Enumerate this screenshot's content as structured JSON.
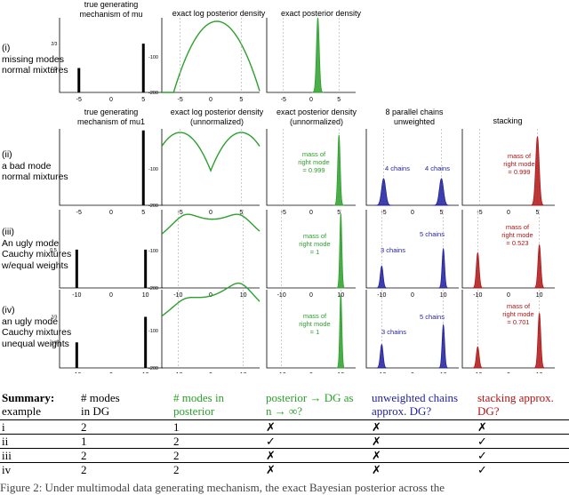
{
  "rows": [
    {
      "label": [
        "(i)",
        "missing modes",
        "normal mixtures"
      ]
    },
    {
      "label": [
        "(ii)",
        "a bad mode",
        "normal mixtures"
      ]
    },
    {
      "label": [
        "(iii)",
        "An ugly mode",
        "Cauchy mixtures",
        "w/equal weights"
      ]
    },
    {
      "label": [
        "(iv)",
        "an ugly mode",
        "Cauchy mixtures",
        "unequal weights"
      ]
    }
  ],
  "row1_headers": {
    "col1": [
      "true generating",
      "mechanism of mu"
    ],
    "col2": [
      "exact log posterior density"
    ],
    "col3": [
      "exact posterior density"
    ]
  },
  "row2_headers": {
    "col1": [
      "true generating",
      "mechanism of mu1"
    ],
    "col2": [
      "exact log posterior density",
      "(unnormalized)"
    ],
    "col3": [
      "exact posterior density",
      "(unnormalized)"
    ],
    "col4": [
      "8 parallel chains",
      "unweighted"
    ],
    "col5": [
      "stacking"
    ]
  },
  "ticks": {
    "normal_x": [
      "-5",
      "0",
      "5"
    ],
    "cauchy_x": [
      "-10",
      "0",
      "10"
    ],
    "bar_y_r1": [
      "2/3",
      "1/3"
    ],
    "bar_y_r3": [
      "0.5"
    ],
    "bar_y_r4": [
      "2/3",
      "1/3"
    ],
    "log_y": [
      "-100",
      "-200"
    ]
  },
  "annotations": {
    "r2_exact": [
      "mass of",
      "right mode",
      "= 0.999"
    ],
    "r2_chains_left": "4 chains",
    "r2_chains_right": "4 chains",
    "r2_stack": [
      "mass of",
      "right mode",
      "= 0.999"
    ],
    "r3_exact": [
      "mass of",
      "right mode",
      "= 1"
    ],
    "r3_chains_left": "3 chains",
    "r3_chains_right": "5 chains",
    "r3_stack": [
      "mass of",
      "right mode",
      "= 0.523"
    ],
    "r4_exact": [
      "mass of",
      "right mode",
      "= 1"
    ],
    "r4_chains_left": "3 chains",
    "r4_chains_right": "5 chains",
    "r4_stack": [
      "mass of",
      "right mode",
      "= 0.701"
    ]
  },
  "colors": {
    "exact": "#2ca02c",
    "chains": "#1f1f9e",
    "stacking": "#b01515",
    "bars": "#000000"
  },
  "summary": {
    "headers": [
      {
        "text": [
          "Summary:",
          "example"
        ],
        "color": "#000000"
      },
      {
        "text": [
          "# modes",
          "in DG"
        ],
        "color": "#000000"
      },
      {
        "text": [
          "# modes in",
          "posterior"
        ],
        "color": "#2ca02c"
      },
      {
        "text": [
          "posterior → DG as",
          "n → ∞?"
        ],
        "color": "#2ca02c"
      },
      {
        "text": [
          "unweighted chains",
          "approx. DG?"
        ],
        "color": "#1f1f9e"
      },
      {
        "text": [
          "stacking approx.",
          "DG?"
        ],
        "color": "#b01515"
      }
    ],
    "rows": [
      [
        "i",
        "2",
        "1",
        "✗",
        "✗",
        "✗"
      ],
      [
        "ii",
        "1",
        "2",
        "✓",
        "✗",
        "✓"
      ],
      [
        "iii",
        "2",
        "2",
        "✗",
        "✗",
        "✓"
      ],
      [
        "iv",
        "2",
        "2",
        "✗",
        "✗",
        "✓"
      ]
    ]
  },
  "caption": "Figure 2: Under multimodal data generating mechanism, the exact Bayesian posterior across the"
}
